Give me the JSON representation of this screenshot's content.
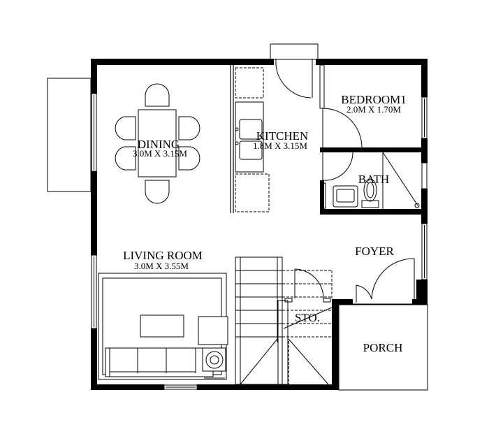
{
  "plan": {
    "rooms": {
      "dining": {
        "name": "DINING",
        "dimensions": "3.0M X 3.15M"
      },
      "kitchen": {
        "name": "KITCHEN",
        "dimensions": "1.8M X 3.15M"
      },
      "bedroom1": {
        "name": "BEDROOM1",
        "dimensions": "2.0M X 1.70M"
      },
      "bath": {
        "name": "BATH"
      },
      "living_room": {
        "name": "LIVING ROOM",
        "dimensions": "3.0M X 3.55M"
      },
      "foyer": {
        "name": "FOYER"
      },
      "storage": {
        "name": "STO."
      },
      "porch": {
        "name": "PORCH"
      }
    },
    "colors": {
      "wall": "#000000",
      "background": "#ffffff"
    }
  }
}
